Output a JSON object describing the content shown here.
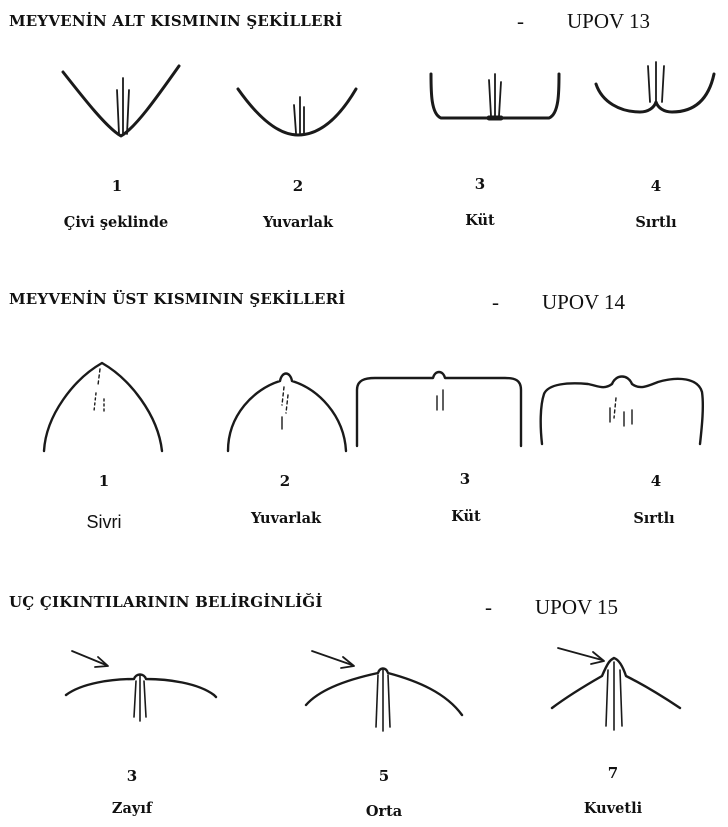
{
  "sections": [
    {
      "heading": "MEYVENİN ALT KISMININ ŞEKİLLERİ",
      "dash": "-",
      "upov": "UPOV 13",
      "items": [
        {
          "number": "1",
          "label": "Çivi şeklinde"
        },
        {
          "number": "2",
          "label": "Yuvarlak"
        },
        {
          "number": "3",
          "label": "Küt"
        },
        {
          "number": "4",
          "label": "Sırtlı"
        }
      ]
    },
    {
      "heading": "MEYVENİN ÜST KISMININ ŞEKİLLERİ",
      "dash": "-",
      "upov": "UPOV 14",
      "items": [
        {
          "number": "1",
          "label": "Sivri"
        },
        {
          "number": "2",
          "label": "Yuvarlak"
        },
        {
          "number": "3",
          "label": "Küt"
        },
        {
          "number": "4",
          "label": "Sırtlı"
        }
      ]
    },
    {
      "heading": "UÇ ÇIKINTILARININ BELİRGİNLİĞİ",
      "dash": "-",
      "upov": "UPOV 15",
      "items": [
        {
          "number": "3",
          "label": "Zayıf"
        },
        {
          "number": "5",
          "label": "Orta"
        },
        {
          "number": "7",
          "label": "Kuvetli"
        }
      ]
    }
  ],
  "colors": {
    "ink": "#1a1a1a",
    "background": "#ffffff"
  }
}
